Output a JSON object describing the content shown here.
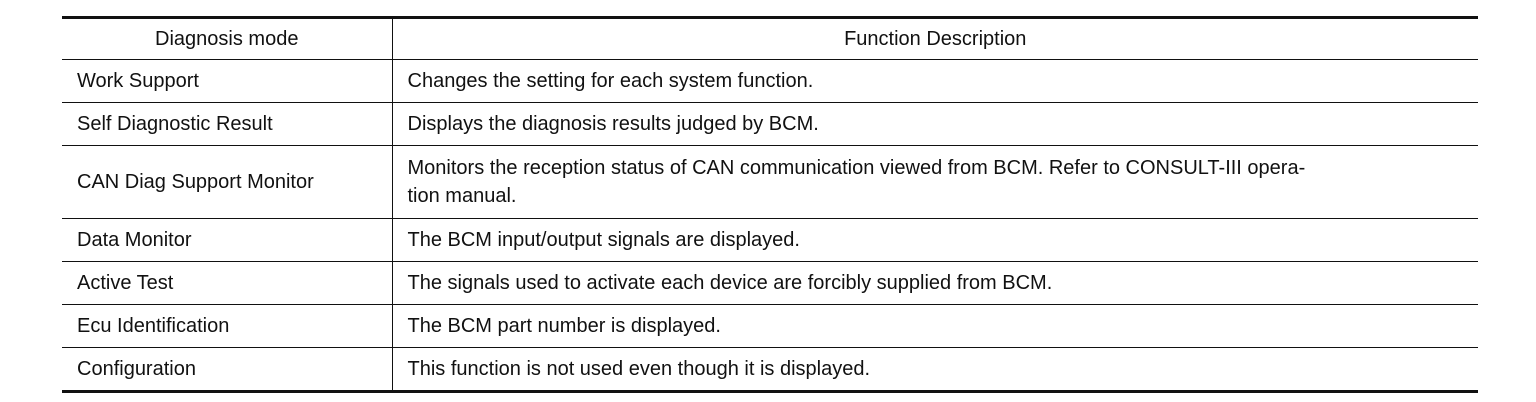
{
  "table": {
    "headers": [
      "Diagnosis mode",
      "Function Description"
    ],
    "rows": [
      {
        "mode": "Work Support",
        "description": "Changes the setting for each system function."
      },
      {
        "mode": "Self Diagnostic Result",
        "description": "Displays the diagnosis results judged by BCM."
      },
      {
        "mode": "CAN Diag Support Monitor",
        "description": "Monitors the reception status of CAN communication viewed from BCM. Refer to CONSULT-III opera-",
        "description_cont": "tion manual."
      },
      {
        "mode": "Data Monitor",
        "description": "The BCM input/output signals are displayed."
      },
      {
        "mode": "Active Test",
        "description": "The signals used to activate each device are forcibly supplied from BCM."
      },
      {
        "mode": "Ecu Identification",
        "description": "The BCM part number is displayed."
      },
      {
        "mode": "Configuration",
        "description": "This function is not used even though it is displayed."
      }
    ]
  }
}
